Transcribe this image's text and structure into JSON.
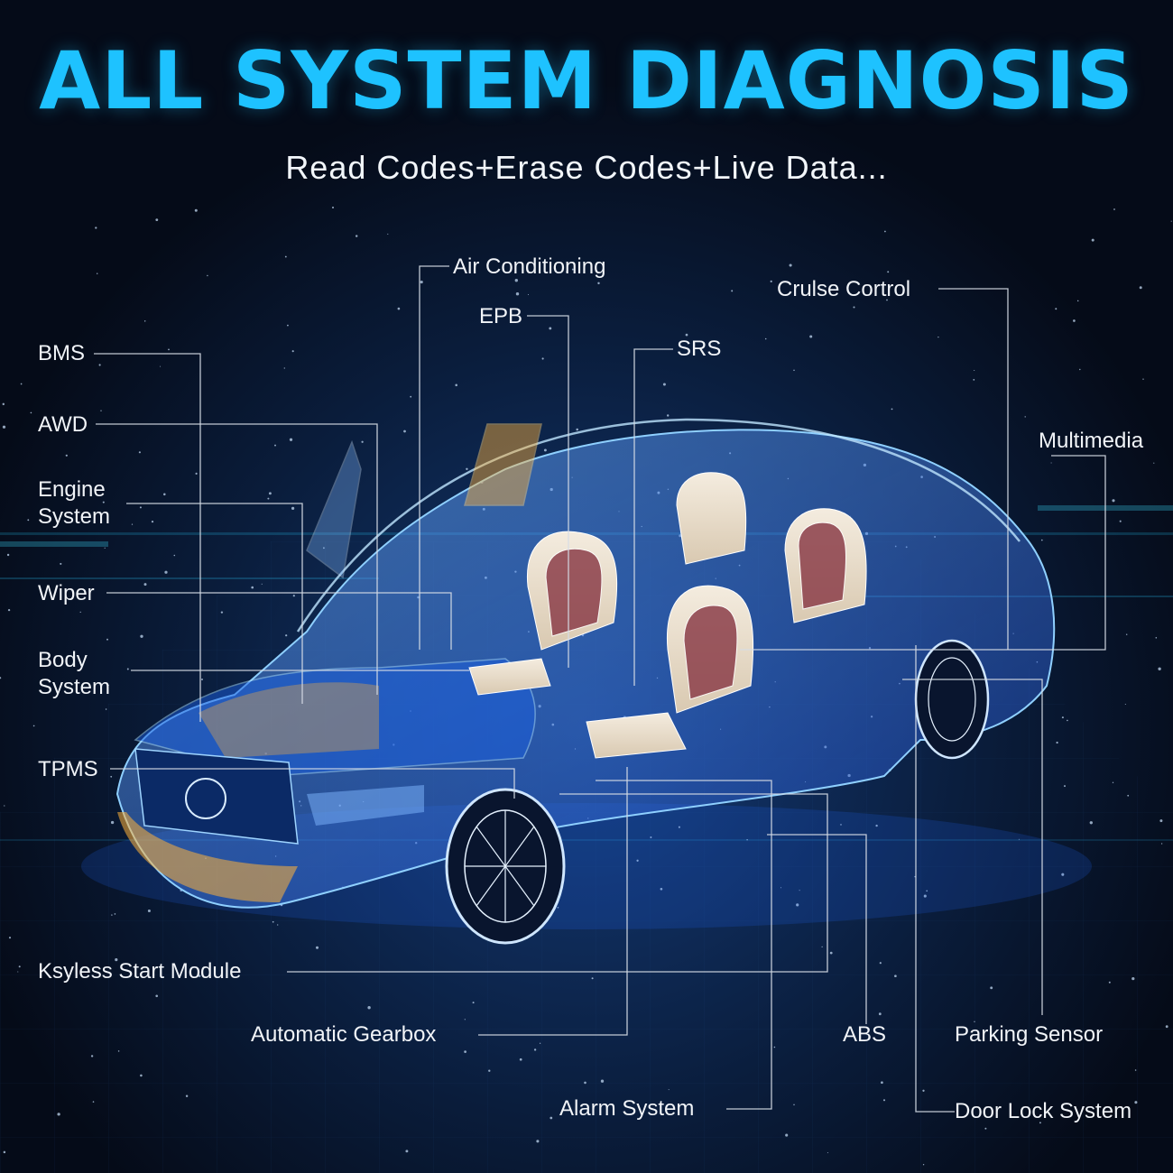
{
  "header": {
    "title": "ALL SYSTEM DIAGNOSIS",
    "subtitle": "Read Codes+Erase Codes+Live Data..."
  },
  "labels": {
    "air_conditioning": "Air Conditioning",
    "cruise_control": "Crulse Cortrol",
    "epb": "EPB",
    "srs": "SRS",
    "bms": "BMS",
    "awd": "AWD",
    "engine_system": "Engine\nSystem",
    "multimedia": "Multimedia",
    "wiper": "Wiper",
    "body_system": "Body\nSystem",
    "tpms": "TPMS",
    "keyless_start_module": "Ksyless Start Module",
    "automatic_gearbox": "Automatic Gearbox",
    "abs": "ABS",
    "parking_sensor": "Parking Sensor",
    "alarm_system": "Alarm System",
    "door_lock_system": "Door Lock System"
  },
  "colors": {
    "title": "#1ec2ff",
    "background": "#06101f",
    "car_glow": "#2f7bff",
    "seat_accent": "#8c3f4a"
  }
}
